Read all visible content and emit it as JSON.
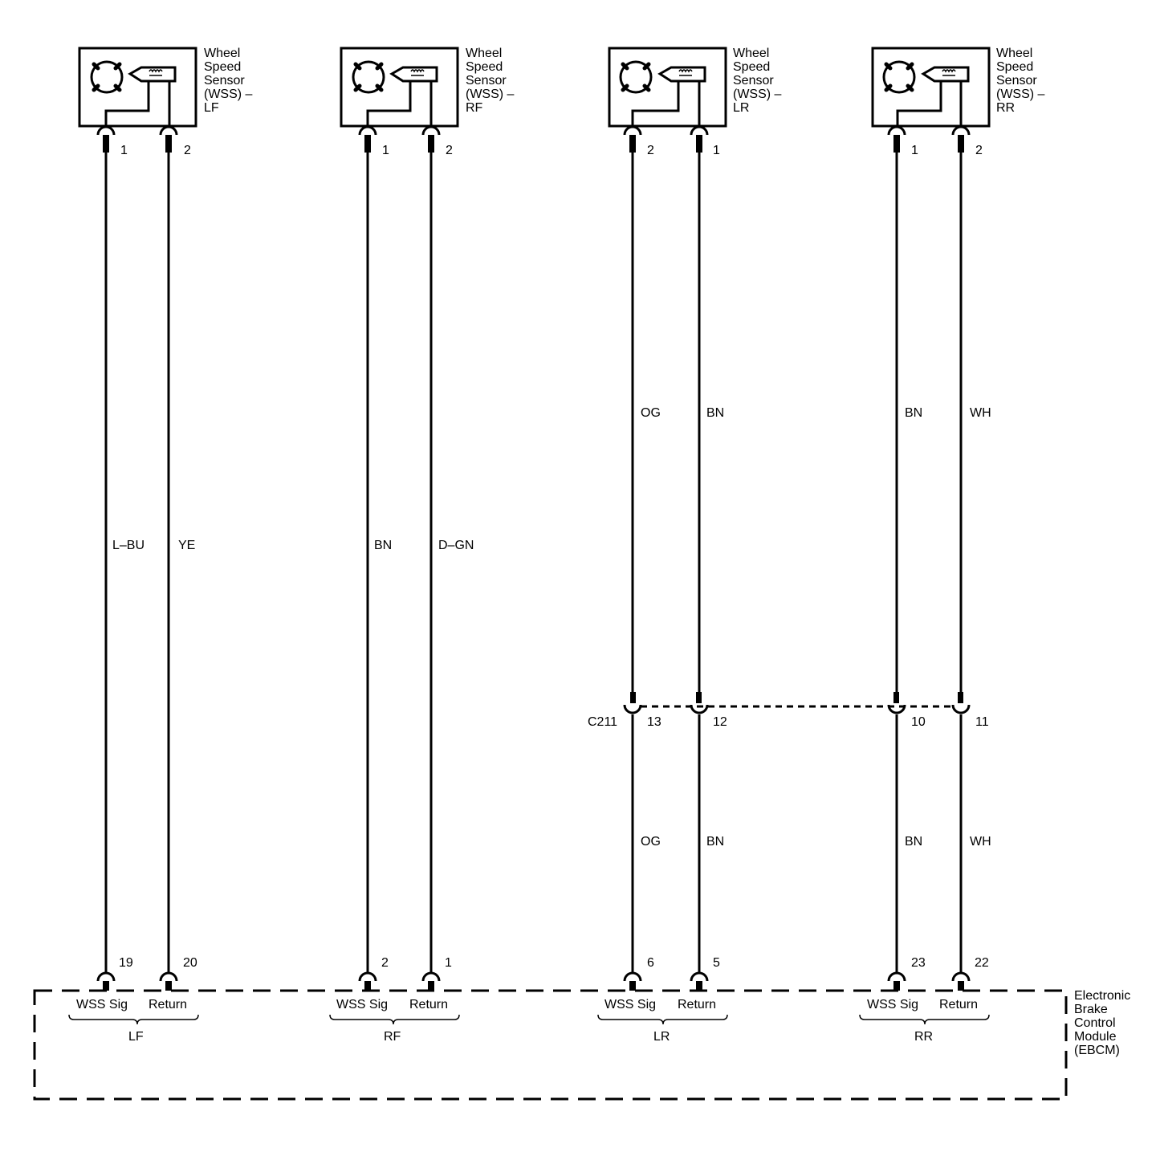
{
  "sensors": [
    {
      "id": "lf",
      "title_lines": [
        "Wheel",
        "Speed",
        "Sensor",
        "(WSS) –",
        "LF"
      ],
      "pin_left": "1",
      "pin_right": "2"
    },
    {
      "id": "rf",
      "title_lines": [
        "Wheel",
        "Speed",
        "Sensor",
        "(WSS) –",
        "RF"
      ],
      "pin_left": "1",
      "pin_right": "2"
    },
    {
      "id": "lr",
      "title_lines": [
        "Wheel",
        "Speed",
        "Sensor",
        "(WSS) –",
        "LR"
      ],
      "pin_left": "2",
      "pin_right": "1"
    },
    {
      "id": "rr",
      "title_lines": [
        "Wheel",
        "Speed",
        "Sensor",
        "(WSS) –",
        "RR"
      ],
      "pin_left": "1",
      "pin_right": "2"
    }
  ],
  "wires_upper": {
    "lf": [
      "L–BU",
      "YE"
    ],
    "rf": [
      "BN",
      "D–GN"
    ],
    "lr": [
      "OG",
      "BN"
    ],
    "rr": [
      "BN",
      "WH"
    ]
  },
  "inline_connector": {
    "name": "C211",
    "pins_lr": [
      "13",
      "12"
    ],
    "pins_rr": [
      "10",
      "11"
    ]
  },
  "wires_lower": {
    "lr": [
      "OG",
      "BN"
    ],
    "rr": [
      "BN",
      "WH"
    ]
  },
  "ebcm": {
    "title_lines": [
      "Electronic",
      "Brake",
      "Control",
      "Module",
      "(EBCM)"
    ],
    "groups": [
      {
        "id": "lf",
        "pins": [
          "19",
          "20"
        ],
        "labels": [
          "WSS Sig",
          "Return"
        ],
        "name": "LF"
      },
      {
        "id": "rf",
        "pins": [
          "2",
          "1"
        ],
        "labels": [
          "WSS Sig",
          "Return"
        ],
        "name": "RF"
      },
      {
        "id": "lr",
        "pins": [
          "6",
          "5"
        ],
        "labels": [
          "WSS Sig",
          "Return"
        ],
        "name": "LR"
      },
      {
        "id": "rr",
        "pins": [
          "23",
          "22"
        ],
        "labels": [
          "WSS Sig",
          "Return"
        ],
        "name": "RR"
      }
    ]
  }
}
